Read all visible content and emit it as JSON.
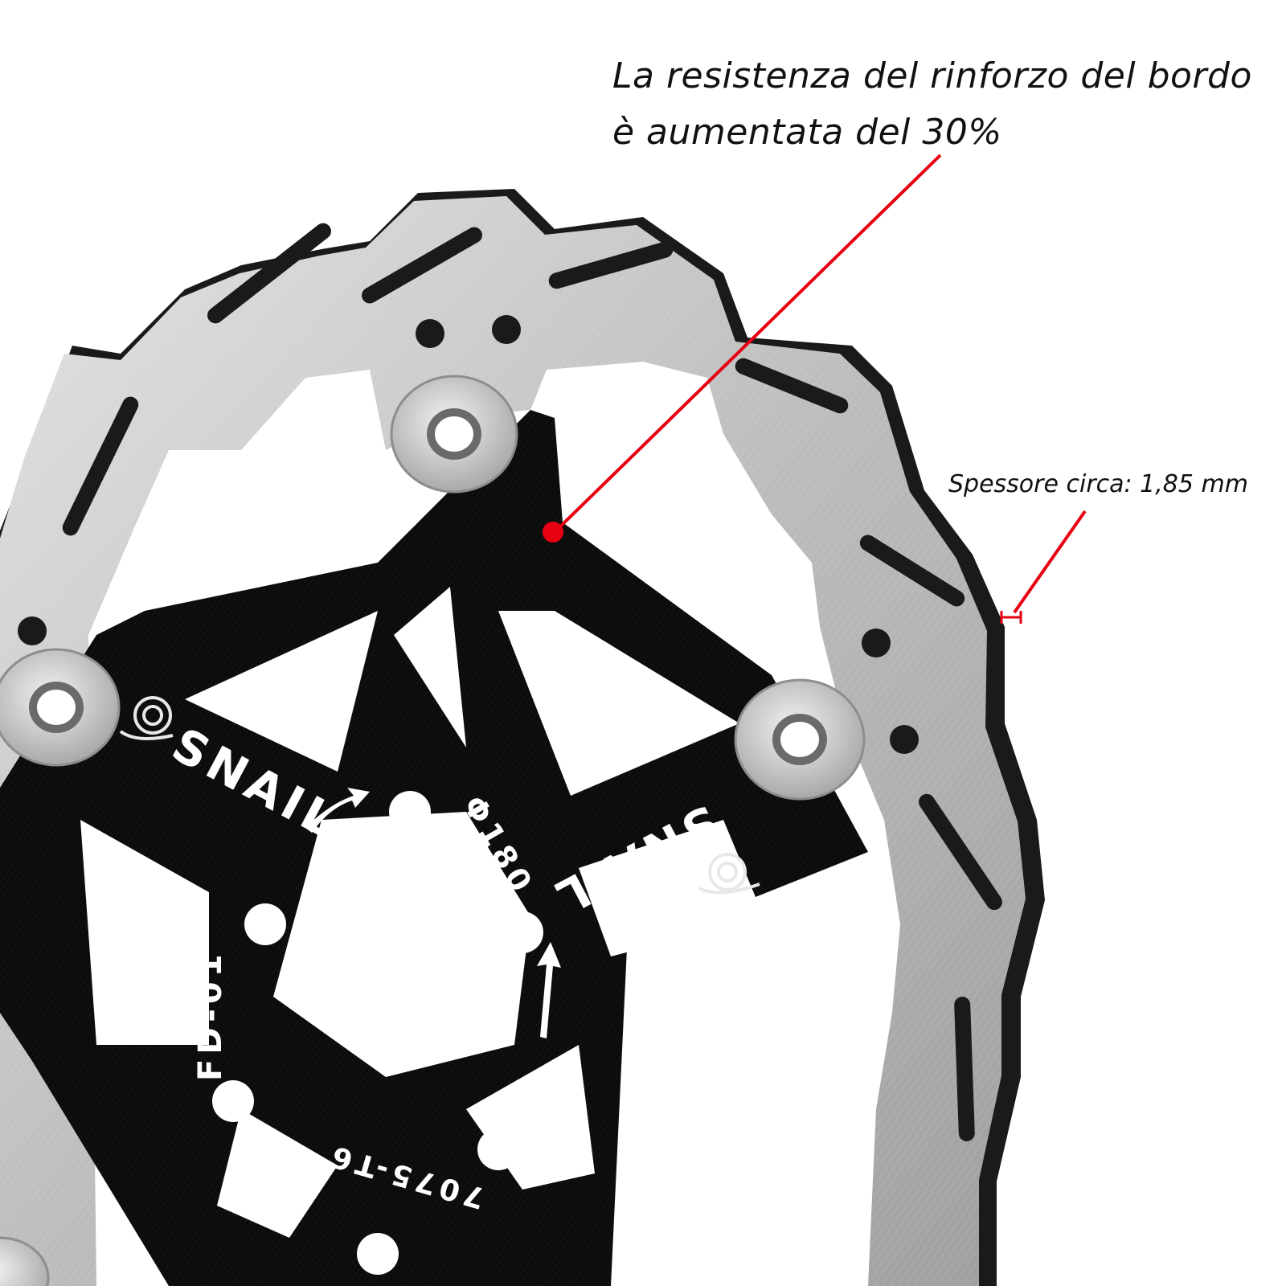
{
  "callouts": {
    "edge_reinforcement": {
      "line1": "La resistenza del rinforzo del bordo",
      "line2": "è aumentata del 30%"
    },
    "thickness": {
      "text": "Spessore circa: 1,85 mm"
    }
  },
  "rotor_markings": {
    "brand_upper": "SNAIL",
    "brand_lower": "SNAIL",
    "diameter": "Φ180",
    "model": "FD-01",
    "alloy": "7075-T6"
  },
  "colors": {
    "callout_red": "#e60012",
    "carrier_black": "#0c0c0c",
    "rotor_steel": "#c4c4c4",
    "rivet_silver": "#d6d6d6",
    "background": "#ffffff"
  }
}
